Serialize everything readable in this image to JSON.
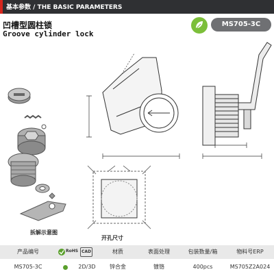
{
  "header": {
    "title": "基本参数 / THE BASIC PARAMETERS"
  },
  "product": {
    "title_zh": "凹槽型圆柱锁",
    "title_en": "Groove cylinder lock",
    "model_badge": "MS705-3C"
  },
  "captions": {
    "exploded_view": "拆解示意图",
    "cutout_size": "开孔尺寸"
  },
  "colors": {
    "header_bg": "#2f3033",
    "accent_red": "#d7261e",
    "badge_grey": "#6f7073",
    "eco_green": "#7cbf3a"
  },
  "table": {
    "headers": [
      "产品编号",
      "RoHS",
      "CAD",
      "材质",
      "表面处理",
      "包装数量/箱",
      "物料号ERP"
    ],
    "row": [
      "MS705-3C",
      "",
      "2D/3D",
      "锌合金",
      "镀铬",
      "400pcs",
      "MS705Z2A024"
    ]
  }
}
